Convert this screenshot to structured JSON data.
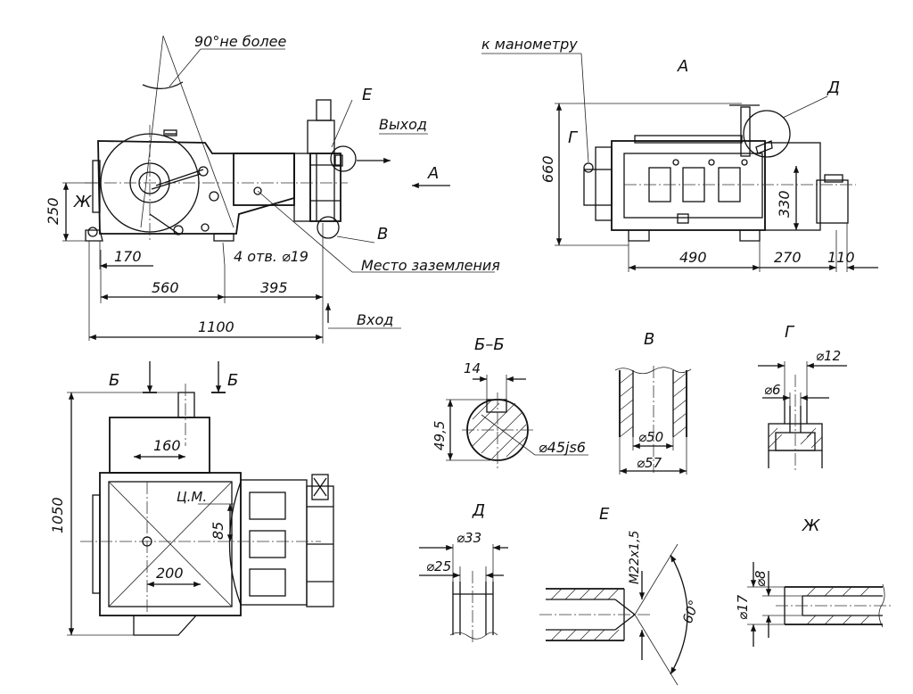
{
  "labels": {
    "angle_note": "90°не более",
    "to_gauge": "к манометру",
    "view_a": "А",
    "view_d": "Д",
    "view_e": "Е",
    "view_g": "Г",
    "view_v": "В",
    "view_zh": "Ж",
    "outlet": "Выход",
    "inlet": "Вход",
    "ground": "Место заземления",
    "holes": "4 отв. ⌀19",
    "section_bb": "Б–Б",
    "cut_b": "Б",
    "center_mass": "Ц.М.",
    "arrow_a": "А"
  },
  "dims": {
    "d250": "250",
    "d170": "170",
    "d560": "560",
    "d395": "395",
    "d1100": "1100",
    "d660": "660",
    "d490": "490",
    "d270": "270",
    "d110": "110",
    "d330": "330",
    "d14": "14",
    "d49_5": "49,5",
    "d45": "⌀45js6",
    "d50": "⌀50",
    "d57": "⌀57",
    "d12": "⌀12",
    "d6": "⌀6",
    "d33": "⌀33",
    "d25": "⌀25",
    "m22": "M22x1,5",
    "a60": "60°",
    "d17": "⌀17",
    "d8": "⌀8",
    "d1050": "1050",
    "d160": "160",
    "d85": "85",
    "d200": "200"
  }
}
